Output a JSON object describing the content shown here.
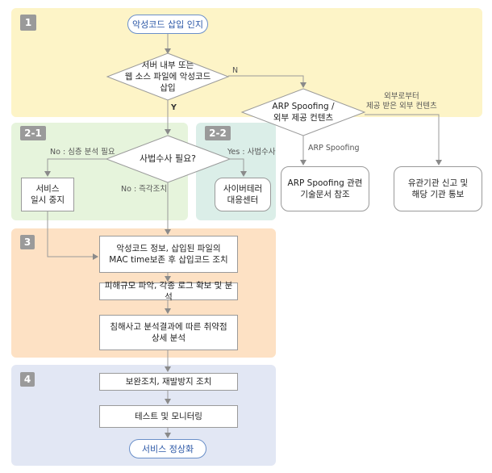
{
  "colors": {
    "phase1": "#fdf4c7",
    "phase2": "#e6f4dc",
    "phase2b": "#dbeee8",
    "phase3": "#fde1c4",
    "phase4": "#e2e7f4",
    "pill_border": "#6a8fc9",
    "pill_text": "#2b57a6"
  },
  "phases": {
    "p1": "1",
    "p2_1": "2-1",
    "p2_2": "2-2",
    "p3": "3",
    "p4": "4"
  },
  "nodes": {
    "start": "악성코드 삽입 인지",
    "decision_server": [
      "서버 내부 또는",
      "웹 소스 파일에 악성코드",
      "삽입"
    ],
    "decision_arp": [
      "ARP Spoofing /",
      "외부 제공 컨텐츠"
    ],
    "decision_investigation": "사법수사 필요?",
    "service_stop": [
      "서비스",
      "일시 중지"
    ],
    "cyber_center": [
      "사이버테러",
      "대응센터"
    ],
    "arp_docs": [
      "ARP Spoofing 관련",
      "기술문서 참조"
    ],
    "report_agency": [
      "유관기관 신고 및",
      "해당 기관 통보"
    ],
    "step_malcode": [
      "악성코드 정보, 삽입된 파일의",
      "MAC time보존 후 삽입코드 조치"
    ],
    "step_damage": "피해규모 파악, 각종 로그 확보 및 분석",
    "step_analysis": [
      "침해사고 분석결과에 따른 취약점",
      "상세 분석"
    ],
    "step_security": "보완조치, 재발방지 조치",
    "step_test": "테스트 및 모니터링",
    "end": "서비스 정상화"
  },
  "edge_labels": {
    "n": "N",
    "y": "Y",
    "external": [
      "외부로부터",
      "제공 받은 외부 컨텐츠"
    ],
    "arp": "ARP Spoofing",
    "no_deep": "No : 심층 분석 필요",
    "no_immediate": "No : 즉각조치",
    "yes_investigation": "Yes : 사법수사"
  }
}
